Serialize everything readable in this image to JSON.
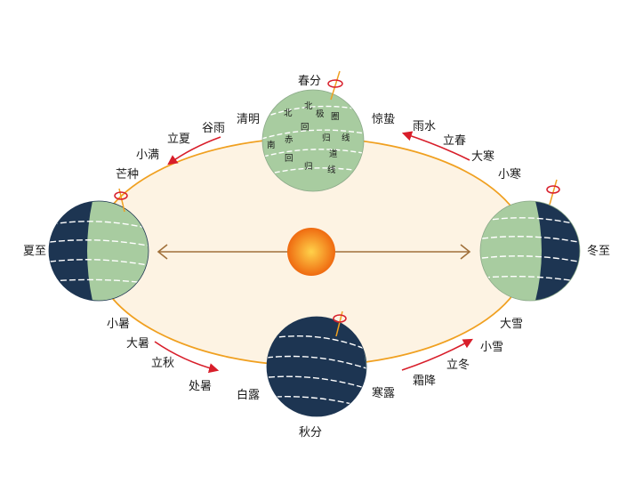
{
  "colors": {
    "orbit_fill": "#fdf3e3",
    "orbit_stroke": "#f0a020",
    "night": "#1d3552",
    "day": "#a8cca0",
    "line": "#ffffff",
    "arrow": "#d81e2a",
    "axis_arrow": "#a0703a",
    "sun_inner": "#ffd24a",
    "sun_outer": "#ef6a10"
  },
  "positions": {
    "spring": "春分",
    "summer": "夏至",
    "autumn": "秋分",
    "winter": "冬至"
  },
  "terms": {
    "qingming": "清明",
    "guyu": "谷雨",
    "lixia": "立夏",
    "xiaoman": "小满",
    "mangzhong": "芒种",
    "xiaoshu": "小暑",
    "dashu": "大暑",
    "liqiu": "立秋",
    "chushu": "处暑",
    "bailu": "白露",
    "hanlu": "寒露",
    "shuangjiang": "霜降",
    "lidong": "立冬",
    "xiaoxue": "小雪",
    "daxue": "大雪",
    "xiaohan": "小寒",
    "dahan": "大寒",
    "lichun": "立春",
    "yushui": "雨水",
    "jingzhe": "惊蛰"
  },
  "globe_labels": {
    "bei1": "北",
    "bei2": "北",
    "ji": "极",
    "quan": "圈",
    "hui1": "回",
    "gui1": "归",
    "xian1": "线",
    "nan": "南",
    "chi": "赤",
    "dao": "道",
    "hui2": "回",
    "gui2": "归",
    "xian2": "线"
  }
}
